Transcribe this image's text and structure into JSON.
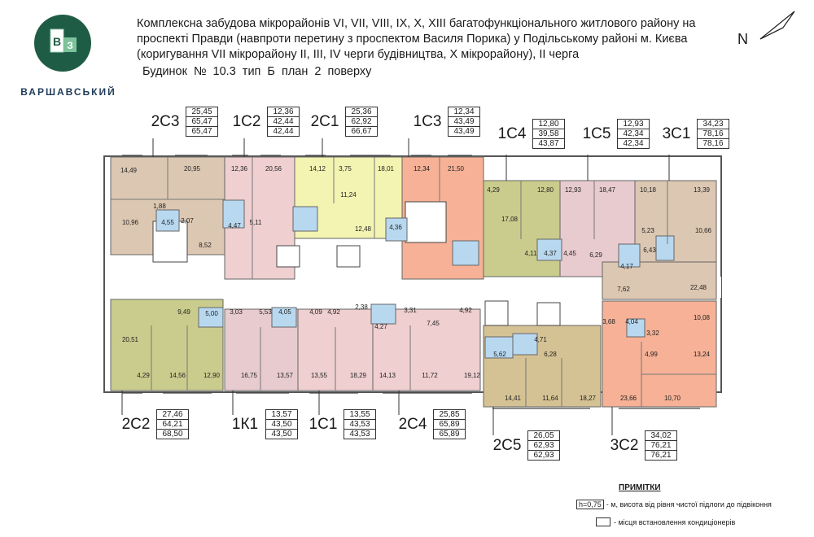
{
  "brand": {
    "letters": "ВЗ",
    "name": "ВАРШАВСЬКИЙ",
    "color": "#1f5c46"
  },
  "header": {
    "title_lines": [
      "Комплексна забудова мікрорайонів VI, VII, VIII, IX, X, XIII багатофункціонального житлового району на",
      "проспекті Правди (навпроти перетину з проспектом Василя Порика) у Подільському районі м. Києва",
      "(коригування VII мікрорайону II, III, IV черги будівництва, Х мікрорайону), II черга"
    ],
    "subtitle": "Будинок № 10.3   тип Б   план 2 поверху",
    "north": "N"
  },
  "colors": {
    "pink": "#efcfd0",
    "yellow": "#f3f3b2",
    "beige": "#dcc7b2",
    "salmon": "#f6b196",
    "green": "#c9cc8c",
    "tan": "#d5c294",
    "rose": "#e8cbcf",
    "bath": "#b8d8f0",
    "corridor": "#ffffff"
  },
  "apartments": [
    {
      "code": "2С3",
      "vals": [
        "25,45",
        "65,47",
        "65,47"
      ]
    },
    {
      "code": "1С2",
      "vals": [
        "12,36",
        "42,44",
        "42,44"
      ]
    },
    {
      "code": "2С1",
      "vals": [
        "25,36",
        "62,92",
        "66,67"
      ]
    },
    {
      "code": "1С3",
      "vals": [
        "12,34",
        "43,49",
        "43,49"
      ]
    },
    {
      "code": "1С4",
      "vals": [
        "12,80",
        "39,58",
        "43,87"
      ]
    },
    {
      "code": "1С5",
      "vals": [
        "12,93",
        "42,34",
        "42,34"
      ]
    },
    {
      "code": "3С1",
      "vals": [
        "34,23",
        "78,16",
        "78,16"
      ]
    },
    {
      "code": "2С2",
      "vals": [
        "27,46",
        "64,21",
        "68,50"
      ]
    },
    {
      "code": "1К1",
      "vals": [
        "13,57",
        "43,50",
        "43,50"
      ]
    },
    {
      "code": "1С1",
      "vals": [
        "13,55",
        "43,53",
        "43,53"
      ]
    },
    {
      "code": "2С4",
      "vals": [
        "25,85",
        "65,89",
        "65,89"
      ]
    },
    {
      "code": "2С5",
      "vals": [
        "26,05",
        "62,93",
        "62,93"
      ]
    },
    {
      "code": "3С2",
      "vals": [
        "34,02",
        "76,21",
        "76,21"
      ]
    }
  ],
  "areas": [
    "14,49",
    "20,95",
    "1,88",
    "10,96",
    "4,55",
    "2,07",
    "8,52",
    "12,36",
    "20,56",
    "4,47",
    "5,11",
    "14,12",
    "3,75",
    "18,01",
    "11,24",
    "12,48",
    "4,36",
    "12,34",
    "21,50",
    "4,29",
    "12,80",
    "17,08",
    "4,11",
    "4,37",
    "4,45",
    "12,93",
    "18,47",
    "6,29",
    "4,17",
    "10,18",
    "13,39",
    "5,23",
    "10,66",
    "6,43",
    "7,62",
    "22,48",
    "9,49",
    "5,00",
    "3,03",
    "5,53",
    "4,05",
    "4,09",
    "4,92",
    "2,38",
    "4,27",
    "3,31",
    "4,92",
    "7,45",
    "3,68",
    "4,04",
    "10,08",
    "3,32",
    "4,71",
    "5,62",
    "6,28",
    "4,99",
    "13,24",
    "20,51",
    "4,29",
    "14,56",
    "12,90",
    "16,75",
    "13,57",
    "13,55",
    "18,29",
    "14,13",
    "11,72",
    "19,12",
    "14,41",
    "11,64",
    "18,27",
    "23,66",
    "10,70"
  ],
  "notes": {
    "title": "ПРИМІТКИ",
    "h_key": "h=0,75",
    "h_text": "- м, висота від рівня чистої підлоги до підвіконня",
    "ac_text": "- місця встановлення кондиціонерів"
  }
}
